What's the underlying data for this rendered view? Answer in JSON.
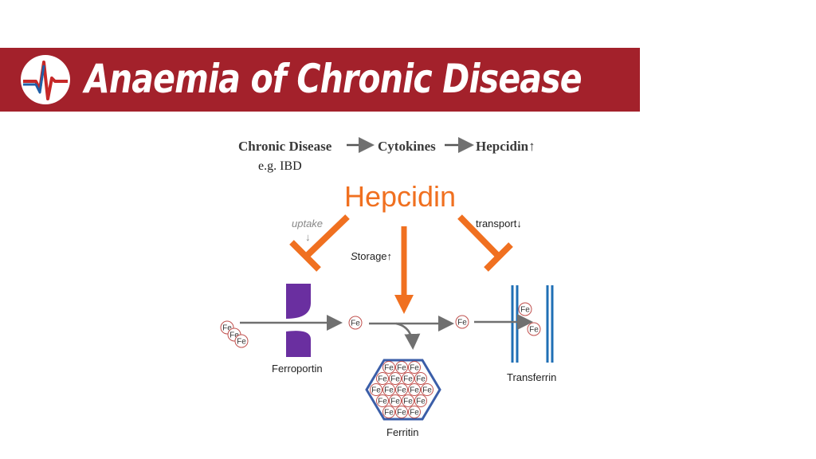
{
  "header": {
    "title": "Anaemia of Chronic Disease",
    "banner_color": "#a3212b",
    "logo_icon": "heartbeat-logo-icon"
  },
  "pathway": {
    "step1": "Chronic Disease",
    "step2": "Cytokines",
    "step3": "Hepcidin",
    "step3_arrow": "↑",
    "example": "e.g. IBD"
  },
  "diagram": {
    "hepcidin_label": "Hepcidin",
    "uptake_label": "uptake",
    "uptake_arrow": "↓",
    "transport_label": "transport↓",
    "storage_first": "S",
    "storage_rest": "torage↑",
    "ferroportin_label": "Ferroportin",
    "transferrin_label": "Transferrin",
    "ferritin_label": "Ferritin",
    "iron_symbol": "Fe",
    "colors": {
      "inhibitor": "#f07020",
      "ferroportin": "#6a2fa0",
      "transferrin": "#1f6fb5",
      "ferritin_outline": "#3b5ea8",
      "iron_circle": "#c0504d",
      "flow_arrow": "#707070"
    }
  }
}
